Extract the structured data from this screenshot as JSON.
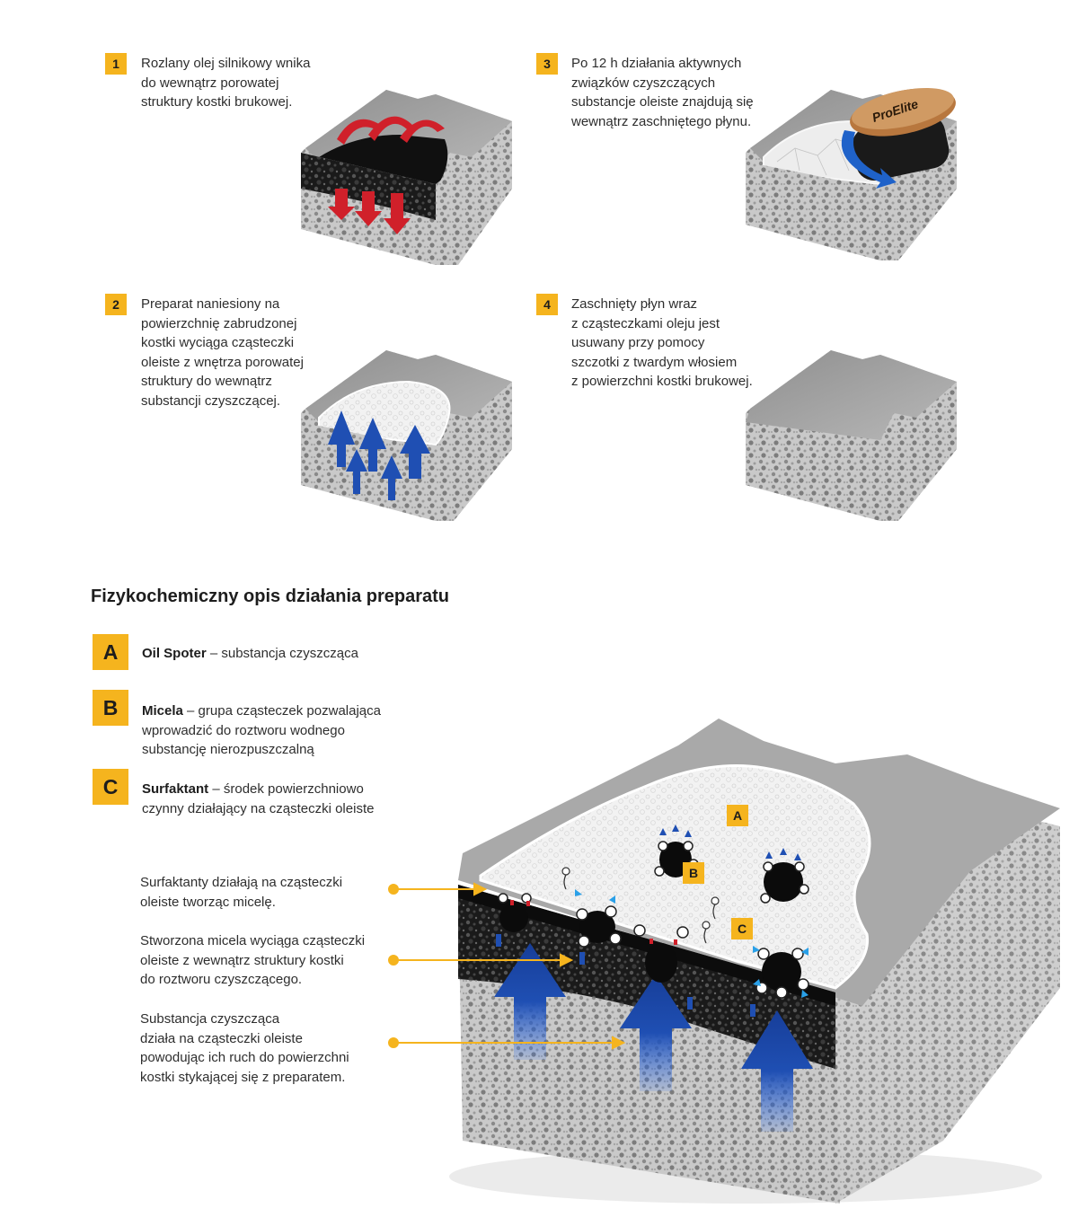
{
  "steps": [
    {
      "number": "1",
      "lines": [
        "Rozlany olej silnikowy wnika",
        "do wewnątrz porowatej",
        "struktury kostki brukowej."
      ]
    },
    {
      "number": "2",
      "lines": [
        "Preparat naniesiony na",
        "powierzchnię zabrudzonej",
        "kostki wyciąga cząsteczki",
        "oleiste z wnętrza porowatej",
        "struktury do wewnątrz",
        "substancji czyszczącej."
      ]
    },
    {
      "number": "3",
      "lines": [
        "Po 12 h działania aktywnych",
        "związków czyszczących",
        "substancje oleiste znajdują się",
        "wewnątrz zaschniętego płynu."
      ]
    },
    {
      "number": "4",
      "lines": [
        "Zaschnięty płyn wraz",
        "z cząsteczkami oleju jest",
        "usuwany przy pomocy",
        "szczotki z twardym włosiem",
        "z powierzchni kostki brukowej."
      ]
    }
  ],
  "brush_logo": "ProElite",
  "heading": "Fizykochemiczny opis działania preparatu",
  "legend": [
    {
      "letter": "A",
      "term": "Oil Spoter",
      "lines": [
        "– substancja czyszcząca"
      ]
    },
    {
      "letter": "B",
      "term": "Micela",
      "lines": [
        "– grupa cząsteczek pozwalająca",
        "wprowadzić do roztworu wodnego",
        "substancję nierozpuszczalną"
      ]
    },
    {
      "letter": "C",
      "term": "Surfaktant",
      "lines": [
        "– środek powierzchniowo",
        "czynny działający na cząsteczki oleiste"
      ]
    }
  ],
  "callouts": [
    {
      "lines": [
        "Surfaktanty działają na cząsteczki",
        "oleiste tworząc micelę."
      ]
    },
    {
      "lines": [
        "Stworzona micela wyciąga cząsteczki",
        "oleiste z wewnątrz struktury kostki",
        "do roztworu czyszczącego."
      ]
    },
    {
      "lines": [
        "Substancja czyszcząca",
        "działa na cząsteczki oleiste",
        "powodując ich ruch do powierzchni",
        "kostki stykającej się z preparatem."
      ]
    }
  ],
  "diagram_tags": [
    "A",
    "B",
    "C"
  ],
  "colors": {
    "accent": "#f5b41e",
    "oil": "#111111",
    "arrow_red": "#d0202a",
    "arrow_blue": "#1f4fb3",
    "concrete": "#b9b9b9"
  }
}
